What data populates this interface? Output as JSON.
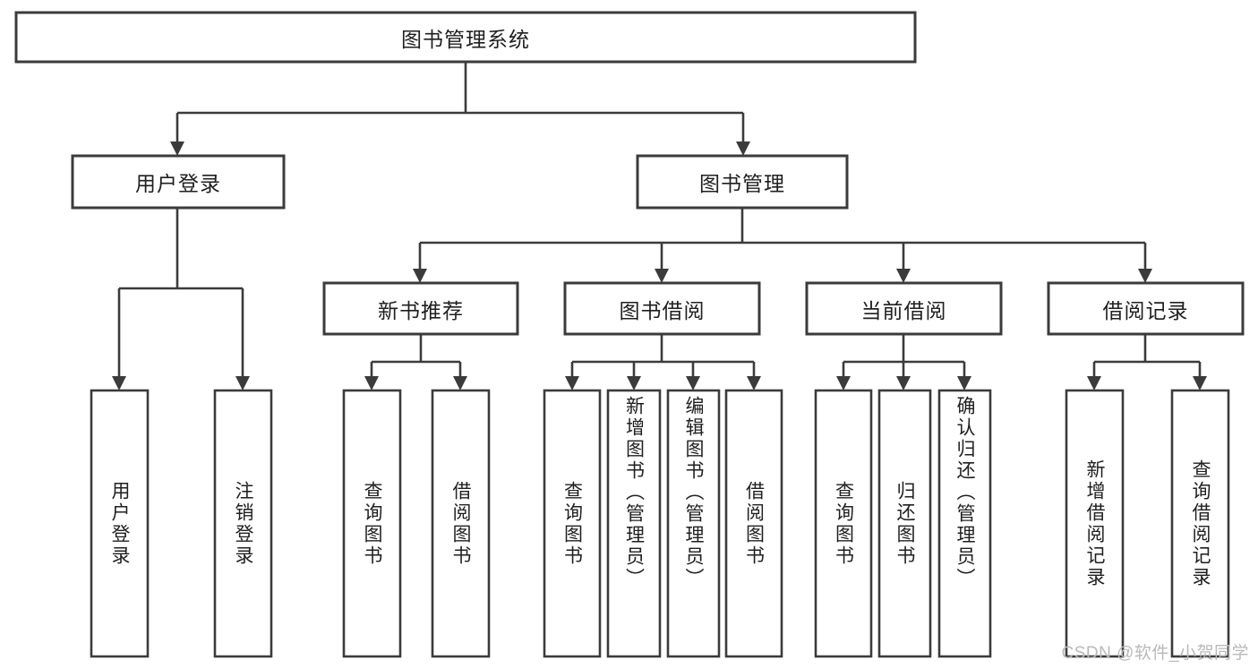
{
  "diagram": {
    "type": "tree-hierarchy",
    "title": "图书管理系统",
    "watermark": "CSDN @软件_小贺同学",
    "colors": {
      "box_stroke": "#3b3b3b",
      "box_fill": "#ffffff",
      "connector": "#3b3b3b",
      "label_text": "#1f1f1f",
      "watermark_text": "#b9b9b9",
      "background": "#ffffff"
    },
    "nodes": {
      "root": {
        "label": "图书管理系统"
      },
      "level2": [
        {
          "label": "用户登录"
        },
        {
          "label": "图书管理"
        }
      ],
      "level3": [
        {
          "label": "新书推荐"
        },
        {
          "label": "图书借阅"
        },
        {
          "label": "当前借阅"
        },
        {
          "label": "借阅记录"
        }
      ],
      "leaves": {
        "user_login": [
          {
            "label": "用户登录"
          },
          {
            "label": "注销登录"
          }
        ],
        "new_book": [
          {
            "label": "查询图书"
          },
          {
            "label": "借阅图书"
          }
        ],
        "book_borrow": [
          {
            "label": "查询图书"
          },
          {
            "label": "新增图书（管理员）"
          },
          {
            "label": "编辑图书（管理员）"
          },
          {
            "label": "借阅图书"
          }
        ],
        "current_borrow": [
          {
            "label": "查询图书"
          },
          {
            "label": "归还图书"
          },
          {
            "label": "确认归还（管理员）"
          }
        ],
        "borrow_record": [
          {
            "label": "新增借阅记录"
          },
          {
            "label": "查询借阅记录"
          }
        ]
      }
    }
  }
}
